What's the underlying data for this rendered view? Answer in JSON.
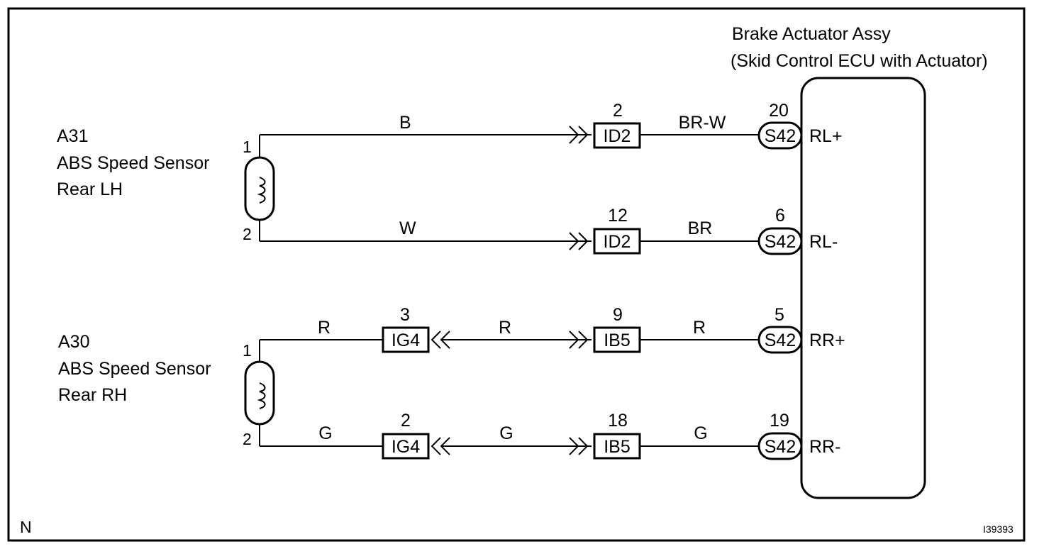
{
  "ecu": {
    "title_line1": "Brake Actuator Assy",
    "title_line2": "(Skid Control ECU with Actuator)"
  },
  "sensors": [
    {
      "code": "A31",
      "name_line1": "ABS Speed Sensor",
      "name_line2": "Rear LH",
      "pin_top": "1",
      "pin_bottom": "2"
    },
    {
      "code": "A30",
      "name_line1": "ABS Speed Sensor",
      "name_line2": "Rear RH",
      "pin_top": "1",
      "pin_bottom": "2"
    }
  ],
  "circuits": [
    {
      "wire1": "B",
      "conn2_pin": "2",
      "conn2": "ID2",
      "wire3": "BR-W",
      "ecu_pin": "20",
      "ecu_conn": "S42",
      "terminal": "RL+"
    },
    {
      "wire1": "W",
      "conn2_pin": "12",
      "conn2": "ID2",
      "wire3": "BR",
      "ecu_pin": "6",
      "ecu_conn": "S42",
      "terminal": "RL-"
    },
    {
      "wire1": "R",
      "conn1_pin": "3",
      "conn1": "IG4",
      "wire2": "R",
      "conn2_pin": "9",
      "conn2": "IB5",
      "wire3": "R",
      "ecu_pin": "5",
      "ecu_conn": "S42",
      "terminal": "RR+"
    },
    {
      "wire1": "G",
      "conn1_pin": "2",
      "conn1": "IG4",
      "wire2": "G",
      "conn2_pin": "18",
      "conn2": "IB5",
      "wire3": "G",
      "ecu_pin": "19",
      "ecu_conn": "S42",
      "terminal": "RR-"
    }
  ],
  "footer": {
    "left_mark": "N",
    "figure_id": "I39393"
  }
}
